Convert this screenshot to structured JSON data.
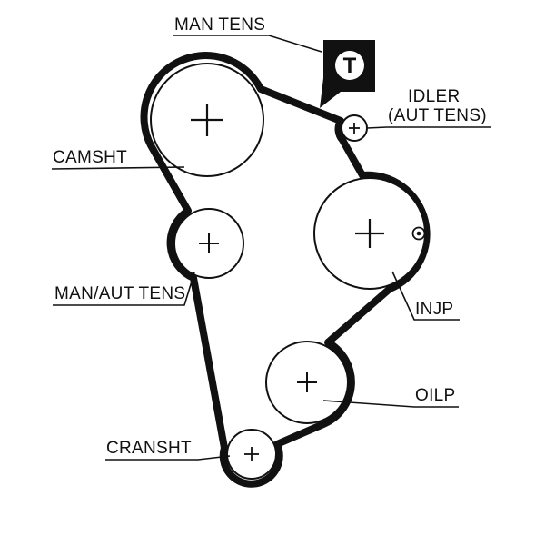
{
  "labels": {
    "man_tens": "MAN TENS",
    "camsht": "CAMSHT",
    "idler_line1": "IDLER",
    "idler_line2": "(AUT TENS)",
    "man_aut_tens": "MAN/AUT TENS",
    "injp": "INJP",
    "oilp": "OILP",
    "cransht": "CRANSHT"
  },
  "badge": {
    "letter": "T"
  },
  "colors": {
    "ink": "#111111",
    "background": "#ffffff"
  }
}
